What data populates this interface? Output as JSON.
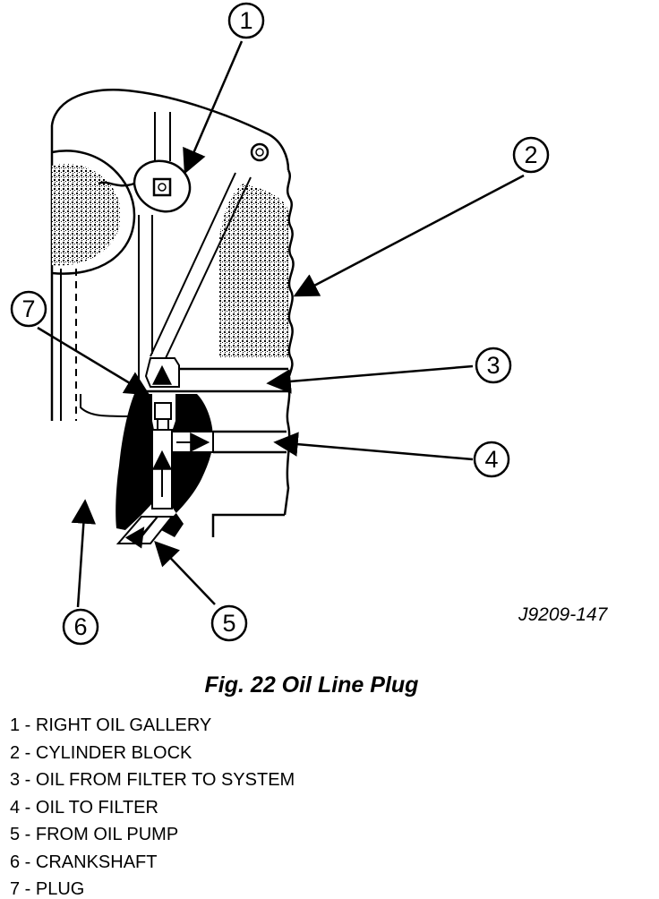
{
  "figure_code": "J9209-147",
  "caption": "Fig. 22 Oil Line Plug",
  "callouts": [
    {
      "number": "1"
    },
    {
      "number": "2"
    },
    {
      "number": "3"
    },
    {
      "number": "4"
    },
    {
      "number": "5"
    },
    {
      "number": "6"
    },
    {
      "number": "7"
    }
  ],
  "legend": [
    {
      "text": "1 - RIGHT OIL GALLERY"
    },
    {
      "text": "2 - CYLINDER BLOCK"
    },
    {
      "text": "3 - OIL FROM FILTER TO SYSTEM"
    },
    {
      "text": "4 - OIL TO FILTER"
    },
    {
      "text": "5 - FROM OIL PUMP"
    },
    {
      "text": "6 - CRANKSHAFT"
    },
    {
      "text": "7 - PLUG"
    }
  ]
}
